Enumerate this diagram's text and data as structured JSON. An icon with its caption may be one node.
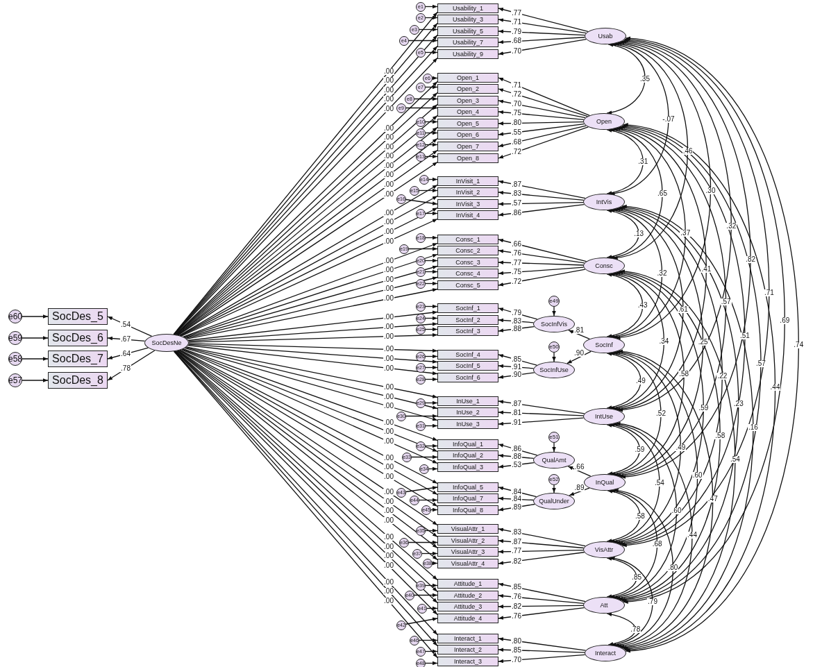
{
  "diagram": {
    "nodes": [
      {
        "text": [
          "Usability_1"
        ]
      },
      {
        "text": [
          "Usability_3"
        ]
      },
      {
        "text": [
          "Usability_5"
        ]
      },
      {
        "text": [
          "Usability_7"
        ]
      },
      {
        "text": [
          "Usability_9"
        ]
      },
      {
        "text": [
          "Open_1"
        ]
      },
      {
        "text": [
          "Open_2"
        ]
      },
      {
        "text": [
          "Open_3"
        ]
      },
      {
        "text": [
          "Open_4"
        ]
      },
      {
        "text": [
          "Open_5"
        ]
      },
      {
        "text": [
          "Open_6"
        ]
      },
      {
        "text": [
          "Open_7"
        ]
      },
      {
        "text": [
          "Open_8"
        ]
      },
      {
        "text": [
          "InVisit_1"
        ]
      },
      {
        "text": [
          "InVisit_2"
        ]
      },
      {
        "text": [
          "InVisit_3"
        ]
      },
      {
        "text": [
          "InVisit_4"
        ]
      },
      {
        "text": [
          "Consc_1"
        ]
      },
      {
        "text": [
          "Consc_2"
        ]
      },
      {
        "text": [
          "Consc_3"
        ]
      },
      {
        "text": [
          "Consc_4"
        ]
      },
      {
        "text": [
          "Consc_5"
        ]
      },
      {
        "text": [
          "SocInf_1"
        ]
      },
      {
        "text": [
          "SocInf_2"
        ]
      },
      {
        "text": [
          "SocInf_3"
        ]
      },
      {
        "text": [
          "SocInf_4"
        ]
      },
      {
        "text": [
          "SocInf_5"
        ]
      },
      {
        "text": [
          "SocInf_6"
        ]
      },
      {
        "text": [
          "InUse_1"
        ]
      },
      {
        "text": [
          "InUse_2"
        ]
      },
      {
        "text": [
          "InUse_3"
        ]
      },
      {
        "text": [
          "InfoQual_1"
        ]
      },
      {
        "text": [
          "InfoQual_2"
        ]
      },
      {
        "text": [
          "InfoQual_3"
        ]
      },
      {
        "text": [
          "InfoQual_5"
        ]
      },
      {
        "text": [
          "InfoQual_7"
        ]
      },
      {
        "text": [
          "InfoQual_8"
        ]
      },
      {
        "text": [
          "VisualAttr_1"
        ]
      },
      {
        "text": [
          "VisualAttr_2"
        ]
      },
      {
        "text": [
          "VisualAttr_3"
        ]
      },
      {
        "text": [
          "VisualAttr_4"
        ]
      },
      {
        "text": [
          "Attitude_1"
        ]
      },
      {
        "text": [
          "Attitude_2"
        ]
      },
      {
        "text": [
          "Attitude_3"
        ]
      },
      {
        "text": [
          "Attitude_4"
        ]
      },
      {
        "text": [
          "Interact_1"
        ]
      },
      {
        "text": [
          "Interact_2"
        ]
      },
      {
        "text": [
          "Interact_3"
        ]
      },
      {
        "text": [
          "e1"
        ]
      },
      {
        "text": [
          "e2"
        ]
      },
      {
        "text": [
          "e3"
        ]
      },
      {
        "text": [
          "e4"
        ]
      },
      {
        "text": [
          "e5"
        ]
      },
      {
        "text": [
          "e6"
        ]
      },
      {
        "text": [
          "e7"
        ]
      },
      {
        "text": [
          "e8"
        ]
      },
      {
        "text": [
          "e9"
        ]
      },
      {
        "text": [
          "e10"
        ]
      },
      {
        "text": [
          "e11"
        ]
      },
      {
        "text": [
          "e12"
        ]
      },
      {
        "text": [
          "e13"
        ]
      },
      {
        "text": [
          "e14"
        ]
      },
      {
        "text": [
          "e15"
        ]
      },
      {
        "text": [
          "e16"
        ]
      },
      {
        "text": [
          "e17"
        ]
      },
      {
        "text": [
          "e18"
        ]
      },
      {
        "text": [
          "e19"
        ]
      },
      {
        "text": [
          "e20"
        ]
      },
      {
        "text": [
          "e21"
        ]
      },
      {
        "text": [
          "e22"
        ]
      },
      {
        "text": [
          "e23"
        ]
      },
      {
        "text": [
          "e24"
        ]
      },
      {
        "text": [
          "e25"
        ]
      },
      {
        "text": [
          "e26"
        ]
      },
      {
        "text": [
          "e27"
        ]
      },
      {
        "text": [
          "e28"
        ]
      },
      {
        "text": [
          "e29"
        ]
      },
      {
        "text": [
          "e30"
        ]
      },
      {
        "text": [
          "e31"
        ]
      },
      {
        "text": [
          "e32"
        ]
      },
      {
        "text": [
          "e33"
        ]
      },
      {
        "text": [
          "e34"
        ]
      },
      {
        "text": [
          "e43"
        ]
      },
      {
        "text": [
          "e44"
        ]
      },
      {
        "text": [
          "e45"
        ]
      },
      {
        "text": [
          "e35"
        ]
      },
      {
        "text": [
          "e36"
        ]
      },
      {
        "text": [
          "e37"
        ]
      },
      {
        "text": [
          "e38"
        ]
      },
      {
        "text": [
          "e39"
        ]
      },
      {
        "text": [
          "e40"
        ]
      },
      {
        "text": [
          "e41"
        ]
      },
      {
        "text": [
          "e42"
        ]
      },
      {
        "text": [
          "e46"
        ]
      },
      {
        "text": [
          "e47"
        ]
      },
      {
        "text": [
          "e48"
        ]
      },
      {
        "text": [
          "Usab"
        ]
      },
      {
        "text": [
          "Open"
        ]
      },
      {
        "text": [
          "IntVis"
        ]
      },
      {
        "text": [
          "Consc"
        ]
      },
      {
        "text": [
          "SocInf"
        ]
      },
      {
        "text": [
          "SocInfVis"
        ]
      },
      {
        "text": [
          "SocInfUse"
        ]
      },
      {
        "text": [
          "IntUse"
        ]
      },
      {
        "text": [
          "InQual"
        ]
      },
      {
        "text": [
          "QualAmt"
        ]
      },
      {
        "text": [
          "QualUnder"
        ]
      },
      {
        "text": [
          "VisAttr"
        ]
      },
      {
        "text": [
          "Att"
        ]
      },
      {
        "text": [
          "Interact"
        ]
      },
      {
        "text": [
          "SocDesNe"
        ]
      },
      {
        "text": [
          "e49"
        ]
      },
      {
        "text": [
          "e50"
        ]
      },
      {
        "text": [
          "e51"
        ]
      },
      {
        "text": [
          "e52"
        ]
      },
      {
        "text": [
          "SocDes_5"
        ]
      },
      {
        "text": [
          "SocDes_6"
        ]
      },
      {
        "text": [
          "SocDes_7"
        ]
      },
      {
        "text": [
          "SocDes_8"
        ]
      },
      {
        "text": [
          "e60"
        ]
      },
      {
        "text": [
          "e59"
        ]
      },
      {
        "text": [
          "e58"
        ]
      },
      {
        "text": [
          "e57"
        ]
      }
    ],
    "edges": [
      {
        "from": 48,
        "to": 0,
        "arrow": "to"
      },
      {
        "from": 49,
        "to": 1,
        "arrow": "to"
      },
      {
        "from": 50,
        "to": 2,
        "arrow": "to"
      },
      {
        "from": 51,
        "to": 3,
        "arrow": "to"
      },
      {
        "from": 52,
        "to": 4,
        "arrow": "to"
      },
      {
        "from": 53,
        "to": 5,
        "arrow": "to"
      },
      {
        "from": 54,
        "to": 6,
        "arrow": "to"
      },
      {
        "from": 55,
        "to": 7,
        "arrow": "to"
      },
      {
        "from": 56,
        "to": 8,
        "arrow": "to"
      },
      {
        "from": 57,
        "to": 9,
        "arrow": "to"
      },
      {
        "from": 58,
        "to": 10,
        "arrow": "to"
      },
      {
        "from": 59,
        "to": 11,
        "arrow": "to"
      },
      {
        "from": 60,
        "to": 12,
        "arrow": "to"
      },
      {
        "from": 61,
        "to": 13,
        "arrow": "to"
      },
      {
        "from": 62,
        "to": 14,
        "arrow": "to"
      },
      {
        "from": 63,
        "to": 15,
        "arrow": "to"
      },
      {
        "from": 64,
        "to": 16,
        "arrow": "to"
      },
      {
        "from": 65,
        "to": 17,
        "arrow": "to"
      },
      {
        "from": 66,
        "to": 18,
        "arrow": "to"
      },
      {
        "from": 67,
        "to": 19,
        "arrow": "to"
      },
      {
        "from": 68,
        "to": 20,
        "arrow": "to"
      },
      {
        "from": 69,
        "to": 21,
        "arrow": "to"
      },
      {
        "from": 70,
        "to": 22,
        "arrow": "to"
      },
      {
        "from": 71,
        "to": 23,
        "arrow": "to"
      },
      {
        "from": 72,
        "to": 24,
        "arrow": "to"
      },
      {
        "from": 73,
        "to": 25,
        "arrow": "to"
      },
      {
        "from": 74,
        "to": 26,
        "arrow": "to"
      },
      {
        "from": 75,
        "to": 27,
        "arrow": "to"
      },
      {
        "from": 76,
        "to": 28,
        "arrow": "to"
      },
      {
        "from": 77,
        "to": 29,
        "arrow": "to"
      },
      {
        "from": 78,
        "to": 30,
        "arrow": "to"
      },
      {
        "from": 79,
        "to": 31,
        "arrow": "to"
      },
      {
        "from": 80,
        "to": 32,
        "arrow": "to"
      },
      {
        "from": 81,
        "to": 33,
        "arrow": "to"
      },
      {
        "from": 82,
        "to": 34,
        "arrow": "to"
      },
      {
        "from": 83,
        "to": 35,
        "arrow": "to"
      },
      {
        "from": 84,
        "to": 36,
        "arrow": "to"
      },
      {
        "from": 85,
        "to": 37,
        "arrow": "to"
      },
      {
        "from": 86,
        "to": 38,
        "arrow": "to"
      },
      {
        "from": 87,
        "to": 39,
        "arrow": "to"
      },
      {
        "from": 88,
        "to": 40,
        "arrow": "to"
      },
      {
        "from": 89,
        "to": 41,
        "arrow": "to"
      },
      {
        "from": 90,
        "to": 42,
        "arrow": "to"
      },
      {
        "from": 91,
        "to": 43,
        "arrow": "to"
      },
      {
        "from": 92,
        "to": 44,
        "arrow": "to"
      },
      {
        "from": 93,
        "to": 45,
        "arrow": "to"
      },
      {
        "from": 94,
        "to": 46,
        "arrow": "to"
      },
      {
        "from": 95,
        "to": 47,
        "arrow": "to"
      },
      {
        "from": 96,
        "to": 0,
        "arrow": "to",
        "label": ".77"
      },
      {
        "from": 96,
        "to": 1,
        "arrow": "to",
        "label": ".71"
      },
      {
        "from": 96,
        "to": 2,
        "arrow": "to",
        "label": ".79"
      },
      {
        "from": 96,
        "to": 3,
        "arrow": "to",
        "label": ".68"
      },
      {
        "from": 96,
        "to": 4,
        "arrow": "to",
        "label": ".70"
      },
      {
        "from": 97,
        "to": 5,
        "arrow": "to",
        "label": ".71"
      },
      {
        "from": 97,
        "to": 6,
        "arrow": "to",
        "label": ".72"
      },
      {
        "from": 97,
        "to": 7,
        "arrow": "to",
        "label": ".70"
      },
      {
        "from": 97,
        "to": 8,
        "arrow": "to",
        "label": ".75"
      },
      {
        "from": 97,
        "to": 9,
        "arrow": "to",
        "label": ".80"
      },
      {
        "from": 97,
        "to": 10,
        "arrow": "to",
        "label": ".55"
      },
      {
        "from": 97,
        "to": 11,
        "arrow": "to",
        "label": ".68"
      },
      {
        "from": 97,
        "to": 12,
        "arrow": "to",
        "label": ".72"
      },
      {
        "from": 98,
        "to": 13,
        "arrow": "to",
        "label": ".87"
      },
      {
        "from": 98,
        "to": 14,
        "arrow": "to",
        "label": ".83"
      },
      {
        "from": 98,
        "to": 15,
        "arrow": "to",
        "label": ".57"
      },
      {
        "from": 98,
        "to": 16,
        "arrow": "to",
        "label": ".86"
      },
      {
        "from": 99,
        "to": 17,
        "arrow": "to",
        "label": ".66"
      },
      {
        "from": 99,
        "to": 18,
        "arrow": "to",
        "label": ".76"
      },
      {
        "from": 99,
        "to": 19,
        "arrow": "to",
        "label": ".77"
      },
      {
        "from": 99,
        "to": 20,
        "arrow": "to",
        "label": ".75"
      },
      {
        "from": 99,
        "to": 21,
        "arrow": "to",
        "label": ".72"
      },
      {
        "from": 101,
        "to": 22,
        "arrow": "to",
        "label": ".79"
      },
      {
        "from": 101,
        "to": 23,
        "arrow": "to",
        "label": ".83"
      },
      {
        "from": 101,
        "to": 24,
        "arrow": "to",
        "label": ".88"
      },
      {
        "from": 102,
        "to": 25,
        "arrow": "to",
        "label": ".85"
      },
      {
        "from": 102,
        "to": 26,
        "arrow": "to",
        "label": ".91"
      },
      {
        "from": 102,
        "to": 27,
        "arrow": "to",
        "label": ".90"
      },
      {
        "from": 103,
        "to": 28,
        "arrow": "to",
        "label": ".87"
      },
      {
        "from": 103,
        "to": 29,
        "arrow": "to",
        "label": ".81"
      },
      {
        "from": 103,
        "to": 30,
        "arrow": "to",
        "label": ".91"
      },
      {
        "from": 105,
        "to": 31,
        "arrow": "to",
        "label": ".86"
      },
      {
        "from": 105,
        "to": 32,
        "arrow": "to",
        "label": ".88"
      },
      {
        "from": 105,
        "to": 33,
        "arrow": "to",
        "label": ".53"
      },
      {
        "from": 106,
        "to": 34,
        "arrow": "to",
        "label": ".84"
      },
      {
        "from": 106,
        "to": 35,
        "arrow": "to",
        "label": ".84"
      },
      {
        "from": 106,
        "to": 36,
        "arrow": "to",
        "label": ".89"
      },
      {
        "from": 107,
        "to": 37,
        "arrow": "to",
        "label": ".83"
      },
      {
        "from": 107,
        "to": 38,
        "arrow": "to",
        "label": ".87"
      },
      {
        "from": 107,
        "to": 39,
        "arrow": "to",
        "label": ".77"
      },
      {
        "from": 107,
        "to": 40,
        "arrow": "to",
        "label": ".82"
      },
      {
        "from": 108,
        "to": 41,
        "arrow": "to",
        "label": ".85"
      },
      {
        "from": 108,
        "to": 42,
        "arrow": "to",
        "label": ".76"
      },
      {
        "from": 108,
        "to": 43,
        "arrow": "to",
        "label": ".82"
      },
      {
        "from": 108,
        "to": 44,
        "arrow": "to",
        "label": ".76"
      },
      {
        "from": 109,
        "to": 45,
        "arrow": "to",
        "label": ".80"
      },
      {
        "from": 109,
        "to": 46,
        "arrow": "to",
        "label": ".85"
      },
      {
        "from": 109,
        "to": 47,
        "arrow": "to",
        "label": ".70"
      },
      {
        "from": 100,
        "to": 101,
        "arrow": "to",
        "label": ".81"
      },
      {
        "from": 100,
        "to": 102,
        "arrow": "to",
        "label": ".90"
      },
      {
        "from": 104,
        "to": 105,
        "arrow": "to",
        "label": ".66"
      },
      {
        "from": 104,
        "to": 106,
        "arrow": "to",
        "label": ".89"
      },
      {
        "from": 111,
        "to": 101,
        "arrow": "to"
      },
      {
        "from": 112,
        "to": 102,
        "arrow": "to"
      },
      {
        "from": 113,
        "to": 105,
        "arrow": "to"
      },
      {
        "from": 114,
        "to": 106,
        "arrow": "to"
      },
      {
        "from": 110,
        "to": 0,
        "arrow": "to",
        "label": ".00"
      },
      {
        "from": 110,
        "to": 1,
        "arrow": "to",
        "label": ".00"
      },
      {
        "from": 110,
        "to": 2,
        "arrow": "to",
        "label": ".00"
      },
      {
        "from": 110,
        "to": 3,
        "arrow": "to",
        "label": ".00"
      },
      {
        "from": 110,
        "to": 4,
        "arrow": "to",
        "label": ".00"
      },
      {
        "from": 110,
        "to": 5,
        "arrow": "to",
        "label": ".00"
      },
      {
        "from": 110,
        "to": 6,
        "arrow": "to",
        "label": ".00"
      },
      {
        "from": 110,
        "to": 7,
        "arrow": "to",
        "label": ".00"
      },
      {
        "from": 110,
        "to": 8,
        "arrow": "to",
        "label": ".00"
      },
      {
        "from": 110,
        "to": 9,
        "arrow": "to",
        "label": ".00"
      },
      {
        "from": 110,
        "to": 10,
        "arrow": "to",
        "label": ".00"
      },
      {
        "from": 110,
        "to": 11,
        "arrow": "to",
        "label": ".00"
      },
      {
        "from": 110,
        "to": 12,
        "arrow": "to",
        "label": ".00"
      },
      {
        "from": 110,
        "to": 13,
        "arrow": "to",
        "label": ".00"
      },
      {
        "from": 110,
        "to": 14,
        "arrow": "to",
        "label": ".00"
      },
      {
        "from": 110,
        "to": 15,
        "arrow": "to",
        "label": ".00"
      },
      {
        "from": 110,
        "to": 16,
        "arrow": "to",
        "label": ".00"
      },
      {
        "from": 110,
        "to": 17,
        "arrow": "to",
        "label": ".00"
      },
      {
        "from": 110,
        "to": 18,
        "arrow": "to",
        "label": ".00"
      },
      {
        "from": 110,
        "to": 19,
        "arrow": "to",
        "label": ".00"
      },
      {
        "from": 110,
        "to": 20,
        "arrow": "to",
        "label": ".00"
      },
      {
        "from": 110,
        "to": 21,
        "arrow": "to",
        "label": ".00"
      },
      {
        "from": 110,
        "to": 22,
        "arrow": "to",
        "label": ".00"
      },
      {
        "from": 110,
        "to": 23,
        "arrow": "to",
        "label": ".00"
      },
      {
        "from": 110,
        "to": 24,
        "arrow": "to",
        "label": ".00"
      },
      {
        "from": 110,
        "to": 25,
        "arrow": "to",
        "label": ".00"
      },
      {
        "from": 110,
        "to": 26,
        "arrow": "to",
        "label": ".00"
      },
      {
        "from": 110,
        "to": 27,
        "arrow": "to",
        "label": ".00"
      },
      {
        "from": 110,
        "to": 28,
        "arrow": "to",
        "label": ".00"
      },
      {
        "from": 110,
        "to": 29,
        "arrow": "to",
        "label": ".00"
      },
      {
        "from": 110,
        "to": 30,
        "arrow": "to",
        "label": ".00"
      },
      {
        "from": 110,
        "to": 31,
        "arrow": "to",
        "label": ".00"
      },
      {
        "from": 110,
        "to": 32,
        "arrow": "to",
        "label": ".00"
      },
      {
        "from": 110,
        "to": 33,
        "arrow": "to",
        "label": ".00"
      },
      {
        "from": 110,
        "to": 34,
        "arrow": "to",
        "label": ".00"
      },
      {
        "from": 110,
        "to": 35,
        "arrow": "to",
        "label": ".00"
      },
      {
        "from": 110,
        "to": 36,
        "arrow": "to",
        "label": ".00"
      },
      {
        "from": 110,
        "to": 37,
        "arrow": "to",
        "label": ".00"
      },
      {
        "from": 110,
        "to": 38,
        "arrow": "to",
        "label": ".00"
      },
      {
        "from": 110,
        "to": 39,
        "arrow": "to",
        "label": ".00"
      },
      {
        "from": 110,
        "to": 40,
        "arrow": "to",
        "label": ".00"
      },
      {
        "from": 110,
        "to": 41,
        "arrow": "to",
        "label": ".00"
      },
      {
        "from": 110,
        "to": 42,
        "arrow": "to",
        "label": ".00"
      },
      {
        "from": 110,
        "to": 43,
        "arrow": "to",
        "label": ".00"
      },
      {
        "from": 110,
        "to": 44,
        "arrow": "to",
        "label": ".00"
      },
      {
        "from": 110,
        "to": 45,
        "arrow": "to",
        "label": ".00"
      },
      {
        "from": 110,
        "to": 46,
        "arrow": "to",
        "label": ".00"
      },
      {
        "from": 110,
        "to": 47,
        "arrow": "to",
        "label": ".00"
      },
      {
        "from": 110,
        "to": 115,
        "arrow": "to",
        "label": ".54"
      },
      {
        "from": 110,
        "to": 116,
        "arrow": "to",
        "label": ".67"
      },
      {
        "from": 110,
        "to": 117,
        "arrow": "to",
        "label": ".64"
      },
      {
        "from": 110,
        "to": 118,
        "arrow": "to",
        "label": ".78"
      },
      {
        "from": 119,
        "to": 115,
        "arrow": "to"
      },
      {
        "from": 120,
        "to": 116,
        "arrow": "to"
      },
      {
        "from": 121,
        "to": 117,
        "arrow": "to"
      },
      {
        "from": 122,
        "to": 118,
        "arrow": "to"
      },
      {
        "from": 96,
        "to": 97,
        "arrow": "both",
        "label": ".35"
      },
      {
        "from": 96,
        "to": 98,
        "arrow": "both",
        "label": "-.07"
      },
      {
        "from": 96,
        "to": 99,
        "arrow": "both",
        "label": ".46"
      },
      {
        "from": 96,
        "to": 100,
        "arrow": "both",
        "label": ".30"
      },
      {
        "from": 96,
        "to": 103,
        "arrow": "both",
        "label": ".32"
      },
      {
        "from": 96,
        "to": 104,
        "arrow": "both",
        "label": ".82"
      },
      {
        "from": 96,
        "to": 107,
        "arrow": "both",
        "label": ".71"
      },
      {
        "from": 96,
        "to": 108,
        "arrow": "both",
        "label": ".69"
      },
      {
        "from": 96,
        "to": 109,
        "arrow": "both",
        "label": ".74"
      },
      {
        "from": 97,
        "to": 98,
        "arrow": "both",
        "label": ".31"
      },
      {
        "from": 97,
        "to": 99,
        "arrow": "both",
        "label": ".65"
      },
      {
        "from": 97,
        "to": 100,
        "arrow": "both",
        "label": ".37"
      },
      {
        "from": 97,
        "to": 103,
        "arrow": "both",
        "label": ".41"
      },
      {
        "from": 97,
        "to": 104,
        "arrow": "both",
        "label": ".57"
      },
      {
        "from": 97,
        "to": 107,
        "arrow": "both",
        "label": ".51"
      },
      {
        "from": 97,
        "to": 108,
        "arrow": "both",
        "label": ".57"
      },
      {
        "from": 97,
        "to": 109,
        "arrow": "both",
        "label": ".44"
      },
      {
        "from": 98,
        "to": 99,
        "arrow": "both",
        "label": ".13"
      },
      {
        "from": 98,
        "to": 100,
        "arrow": "both",
        "label": ".32"
      },
      {
        "from": 98,
        "to": 103,
        "arrow": "both",
        "label": ".61"
      },
      {
        "from": 98,
        "to": 104,
        "arrow": "both",
        "label": ".25"
      },
      {
        "from": 98,
        "to": 107,
        "arrow": "both",
        "label": ".22"
      },
      {
        "from": 98,
        "to": 108,
        "arrow": "both",
        "label": ".23"
      },
      {
        "from": 98,
        "to": 109,
        "arrow": "both",
        "label": ".16"
      },
      {
        "from": 99,
        "to": 100,
        "arrow": "both",
        "label": ".43"
      },
      {
        "from": 99,
        "to": 103,
        "arrow": "both",
        "label": ".34"
      },
      {
        "from": 99,
        "to": 104,
        "arrow": "both",
        "label": ".58"
      },
      {
        "from": 99,
        "to": 107,
        "arrow": "both",
        "label": ".59"
      },
      {
        "from": 99,
        "to": 108,
        "arrow": "both",
        "label": ".58"
      },
      {
        "from": 99,
        "to": 109,
        "arrow": "both",
        "label": ".54"
      },
      {
        "from": 100,
        "to": 103,
        "arrow": "both",
        "label": ".49"
      },
      {
        "from": 100,
        "to": 104,
        "arrow": "both",
        "label": ".52"
      },
      {
        "from": 100,
        "to": 107,
        "arrow": "both",
        "label": ".49"
      },
      {
        "from": 100,
        "to": 108,
        "arrow": "both",
        "label": ".60"
      },
      {
        "from": 100,
        "to": 109,
        "arrow": "both",
        "label": ".47"
      },
      {
        "from": 103,
        "to": 104,
        "arrow": "both",
        "label": ".59"
      },
      {
        "from": 103,
        "to": 107,
        "arrow": "both",
        "label": ".54"
      },
      {
        "from": 103,
        "to": 108,
        "arrow": "both",
        "label": ".60"
      },
      {
        "from": 103,
        "to": 109,
        "arrow": "both",
        "label": ".44"
      },
      {
        "from": 104,
        "to": 107,
        "arrow": "both",
        "label": ".58"
      },
      {
        "from": 104,
        "to": 108,
        "arrow": "both",
        "label": ".68"
      },
      {
        "from": 104,
        "to": 109,
        "arrow": "both",
        "label": ".80"
      },
      {
        "from": 107,
        "to": 108,
        "arrow": "both",
        "label": ".85"
      },
      {
        "from": 107,
        "to": 109,
        "arrow": "both",
        "label": ".79"
      },
      {
        "from": 108,
        "to": 109,
        "arrow": "both",
        "label": ".78"
      }
    ]
  }
}
